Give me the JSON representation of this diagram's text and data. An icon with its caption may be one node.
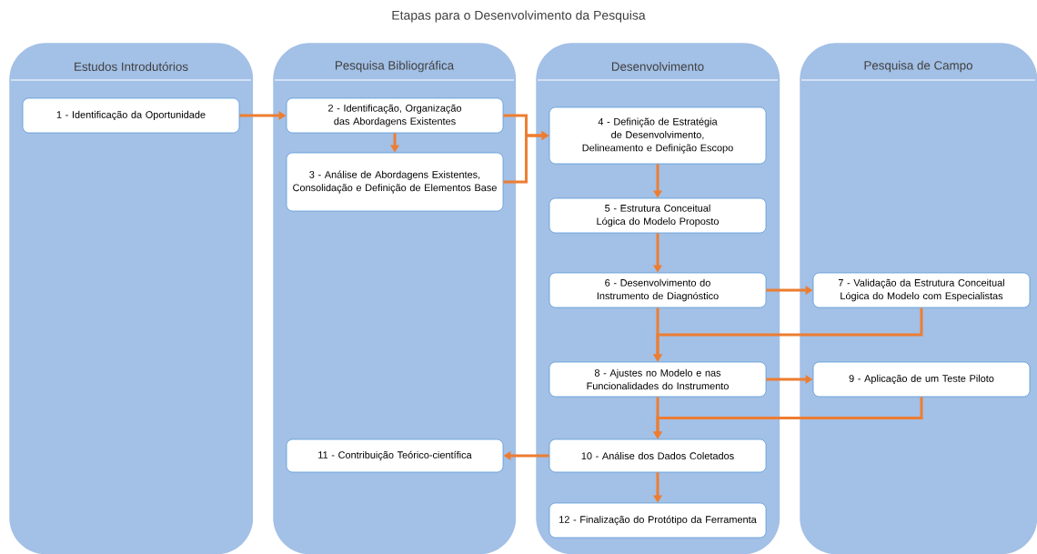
{
  "diagram": {
    "title": "Etapas para o Desenvolvimento da Pesquisa",
    "nodes": [
      {
        "text": [
          "Estudos Introdutórios"
        ]
      },
      {
        "text": [
          "Pesquisa Bibliográfica"
        ]
      },
      {
        "text": [
          "Desenvolvimento"
        ]
      },
      {
        "text": [
          "Pesquisa de Campo"
        ]
      },
      {
        "text": [
          "1 - Identificação da Oportunidade"
        ],
        "in": 0
      },
      {
        "text": [
          "2 - Identificação, Organização das Abordagens Existentes"
        ],
        "in": 1
      },
      {
        "text": [
          "3 - Análise de Abordagens Existentes, Consolidação e Definição de Elementos Base"
        ],
        "in": 1
      },
      {
        "text": [
          "4 - Definição de Estratégia de Desenvolvimento, Delineamento e Definição Escopo"
        ],
        "in": 2
      },
      {
        "text": [
          "5 - Estrutura Conceitual Lógica do Modelo Proposto"
        ],
        "in": 2
      },
      {
        "text": [
          "6 - Desenvolvimento do Instrumento de Diagnóstico"
        ],
        "in": 2
      },
      {
        "text": [
          "7 - Validação da Estrutura Conceitual Lógica do Modelo com Especialistas"
        ],
        "in": 3
      },
      {
        "text": [
          "8 - Ajustes no Modelo e nas Funcionalidades do Instrumento"
        ],
        "in": 2
      },
      {
        "text": [
          "9 - Aplicação de um Teste Piloto"
        ],
        "in": 3
      },
      {
        "text": [
          "10 - Análise dos Dados Coletados"
        ],
        "in": 2
      },
      {
        "text": [
          "11 - Contribuição Teórico-científica"
        ],
        "in": 1
      },
      {
        "text": [
          "12 - Finalização do Protótipo da Ferramenta"
        ],
        "in": 2
      }
    ],
    "edges": [
      {
        "from": 4,
        "to": 5,
        "arrow": "to"
      },
      {
        "from": 5,
        "to": 6,
        "arrow": "to"
      },
      {
        "from": 5,
        "to": 7,
        "arrow": "to"
      },
      {
        "from": 6,
        "to": 7,
        "arrow": "to"
      },
      {
        "from": 7,
        "to": 8,
        "arrow": "to"
      },
      {
        "from": 8,
        "to": 9,
        "arrow": "to"
      },
      {
        "from": 9,
        "to": 10,
        "arrow": "to"
      },
      {
        "from": 9,
        "to": 11,
        "arrow": "to"
      },
      {
        "from": 10,
        "to": 11,
        "arrow": "to"
      },
      {
        "from": 11,
        "to": 12,
        "arrow": "to"
      },
      {
        "from": 11,
        "to": 13,
        "arrow": "to"
      },
      {
        "from": 12,
        "to": 13,
        "arrow": "to"
      },
      {
        "from": 13,
        "to": 14,
        "arrow": "to"
      },
      {
        "from": 13,
        "to": 15,
        "arrow": "to"
      }
    ]
  }
}
